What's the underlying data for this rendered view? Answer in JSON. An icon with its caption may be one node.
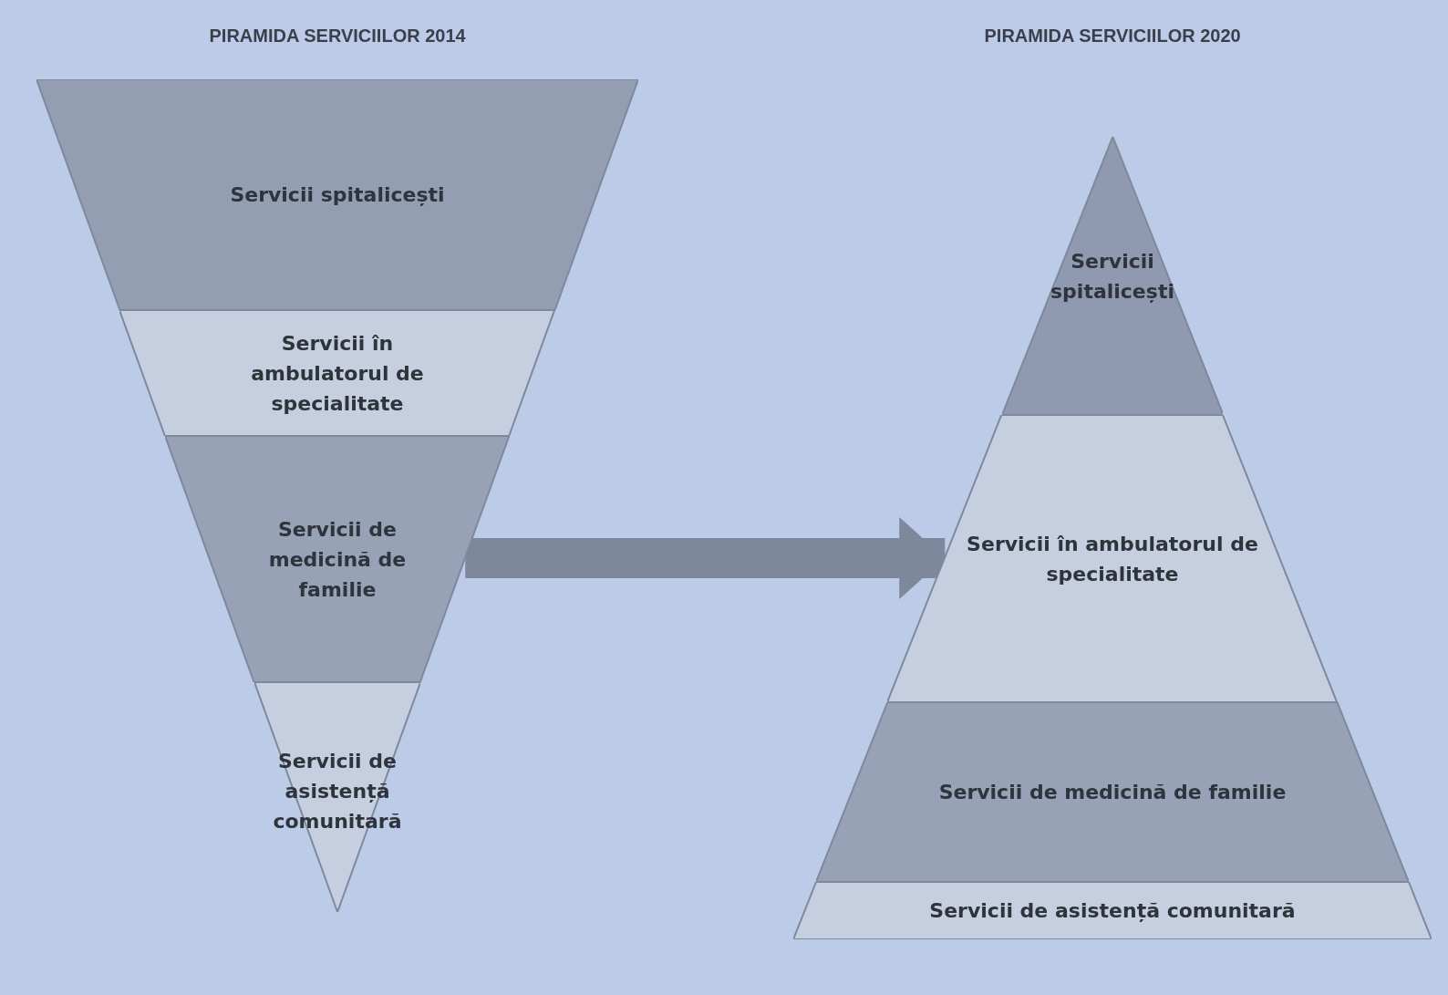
{
  "diagram": {
    "nodes": [
      {
        "text": [
          "Servicii spitalicești"
        ]
      },
      {
        "text": [
          "Servicii în ambulatorul de specialitate"
        ]
      },
      {
        "text": [
          "Servicii de medicină de familie"
        ]
      },
      {
        "text": [
          "Servicii de asistență comunitară"
        ]
      },
      {
        "text": [
          "Servicii spitalicești"
        ]
      },
      {
        "text": [
          "Servicii în ambulatorul de specialitate"
        ]
      },
      {
        "text": [
          "Servicii de medicină de familie"
        ]
      },
      {
        "text": [
          "Servicii de asistență comunitară"
        ]
      }
    ],
    "edges": [
      {
        "from": 2,
        "to": 5,
        "arrow": "to"
      }
    ],
    "labels": [
      "PIRAMIDA SERVICIILOR 2014",
      "PIRAMIDA SERVICIILOR 2020"
    ]
  }
}
